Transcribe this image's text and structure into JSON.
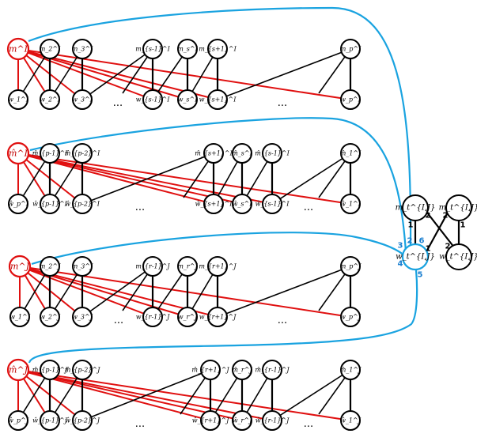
{
  "rows": [
    {
      "top_labels": [
        "m^I",
        "m_2^I",
        "m_3^I",
        "m_{s-1}^I",
        "m_s^I",
        "m_{s+1}^I",
        "m_p^I"
      ],
      "bottom_labels": [
        "w_1^I",
        "w_2^I",
        "w_3^I",
        "w_{s-1}^I",
        "w_s^I",
        "w_{s+1}^I",
        "w_p^I"
      ],
      "dots": [
        "...",
        "..."
      ]
    },
    {
      "top_labels": [
        "m̂^I",
        "m̂_{p-1}^I",
        "m̂_{p-2}^I",
        "m̂_{s+1}^I",
        "m̂_s^I",
        "m̂_{s-1}^I",
        "m̂_1^I"
      ],
      "bottom_labels": [
        "ŵ_p^I",
        "ŵ_{p-1}^I",
        "ŵ_{p-2}^I",
        "ŵ_{s+1}^I",
        "ŵ_s^I",
        "ŵ_{s-1}^I",
        "ŵ_1^I"
      ],
      "dots": [
        "...",
        "..."
      ]
    },
    {
      "top_labels": [
        "m^J",
        "m_2^J",
        "m_3^J",
        "m_{r-1}^J",
        "m_r^J",
        "m_{r+1}^J",
        "m_p^J"
      ],
      "bottom_labels": [
        "w_1^J",
        "w_2^J",
        "w_3^J",
        "w_{r-1}^J",
        "w_r^J",
        "w_{r+1}^J",
        "w_p^J"
      ],
      "dots": [
        "...",
        "..."
      ]
    },
    {
      "top_labels": [
        "m̂^J",
        "m̂_{p-1}^J",
        "m̂_{p-2}^J",
        "m̂_{r+1}^J",
        "m̂_r^J",
        "m̂_{r-1}^J",
        "m̂_1^J"
      ],
      "bottom_labels": [
        "ŵ_p^J",
        "ŵ_{p-1}^J",
        "ŵ_{p-2}^J",
        "ŵ_{r+1}^J",
        "ŵ_r^J",
        "ŵ_{r-1}^J",
        "ŵ_1^J"
      ],
      "dots": [
        "...",
        "..."
      ]
    }
  ],
  "gadget": {
    "top_left_label": "m_t^{I,J}",
    "top_right_label": "m_t^{I,J}",
    "hub_label": "w_t^{I,J}",
    "bottom_right_label": "w_t^{I,J}",
    "blue_ports": [
      "3",
      "2",
      "6",
      "4",
      "5"
    ],
    "black_ports": [
      "1",
      "2",
      "2",
      "1",
      "1",
      "2"
    ]
  },
  "colors": {
    "red": "#e01010",
    "blue": "#1aa3e0",
    "black": "#000000"
  }
}
